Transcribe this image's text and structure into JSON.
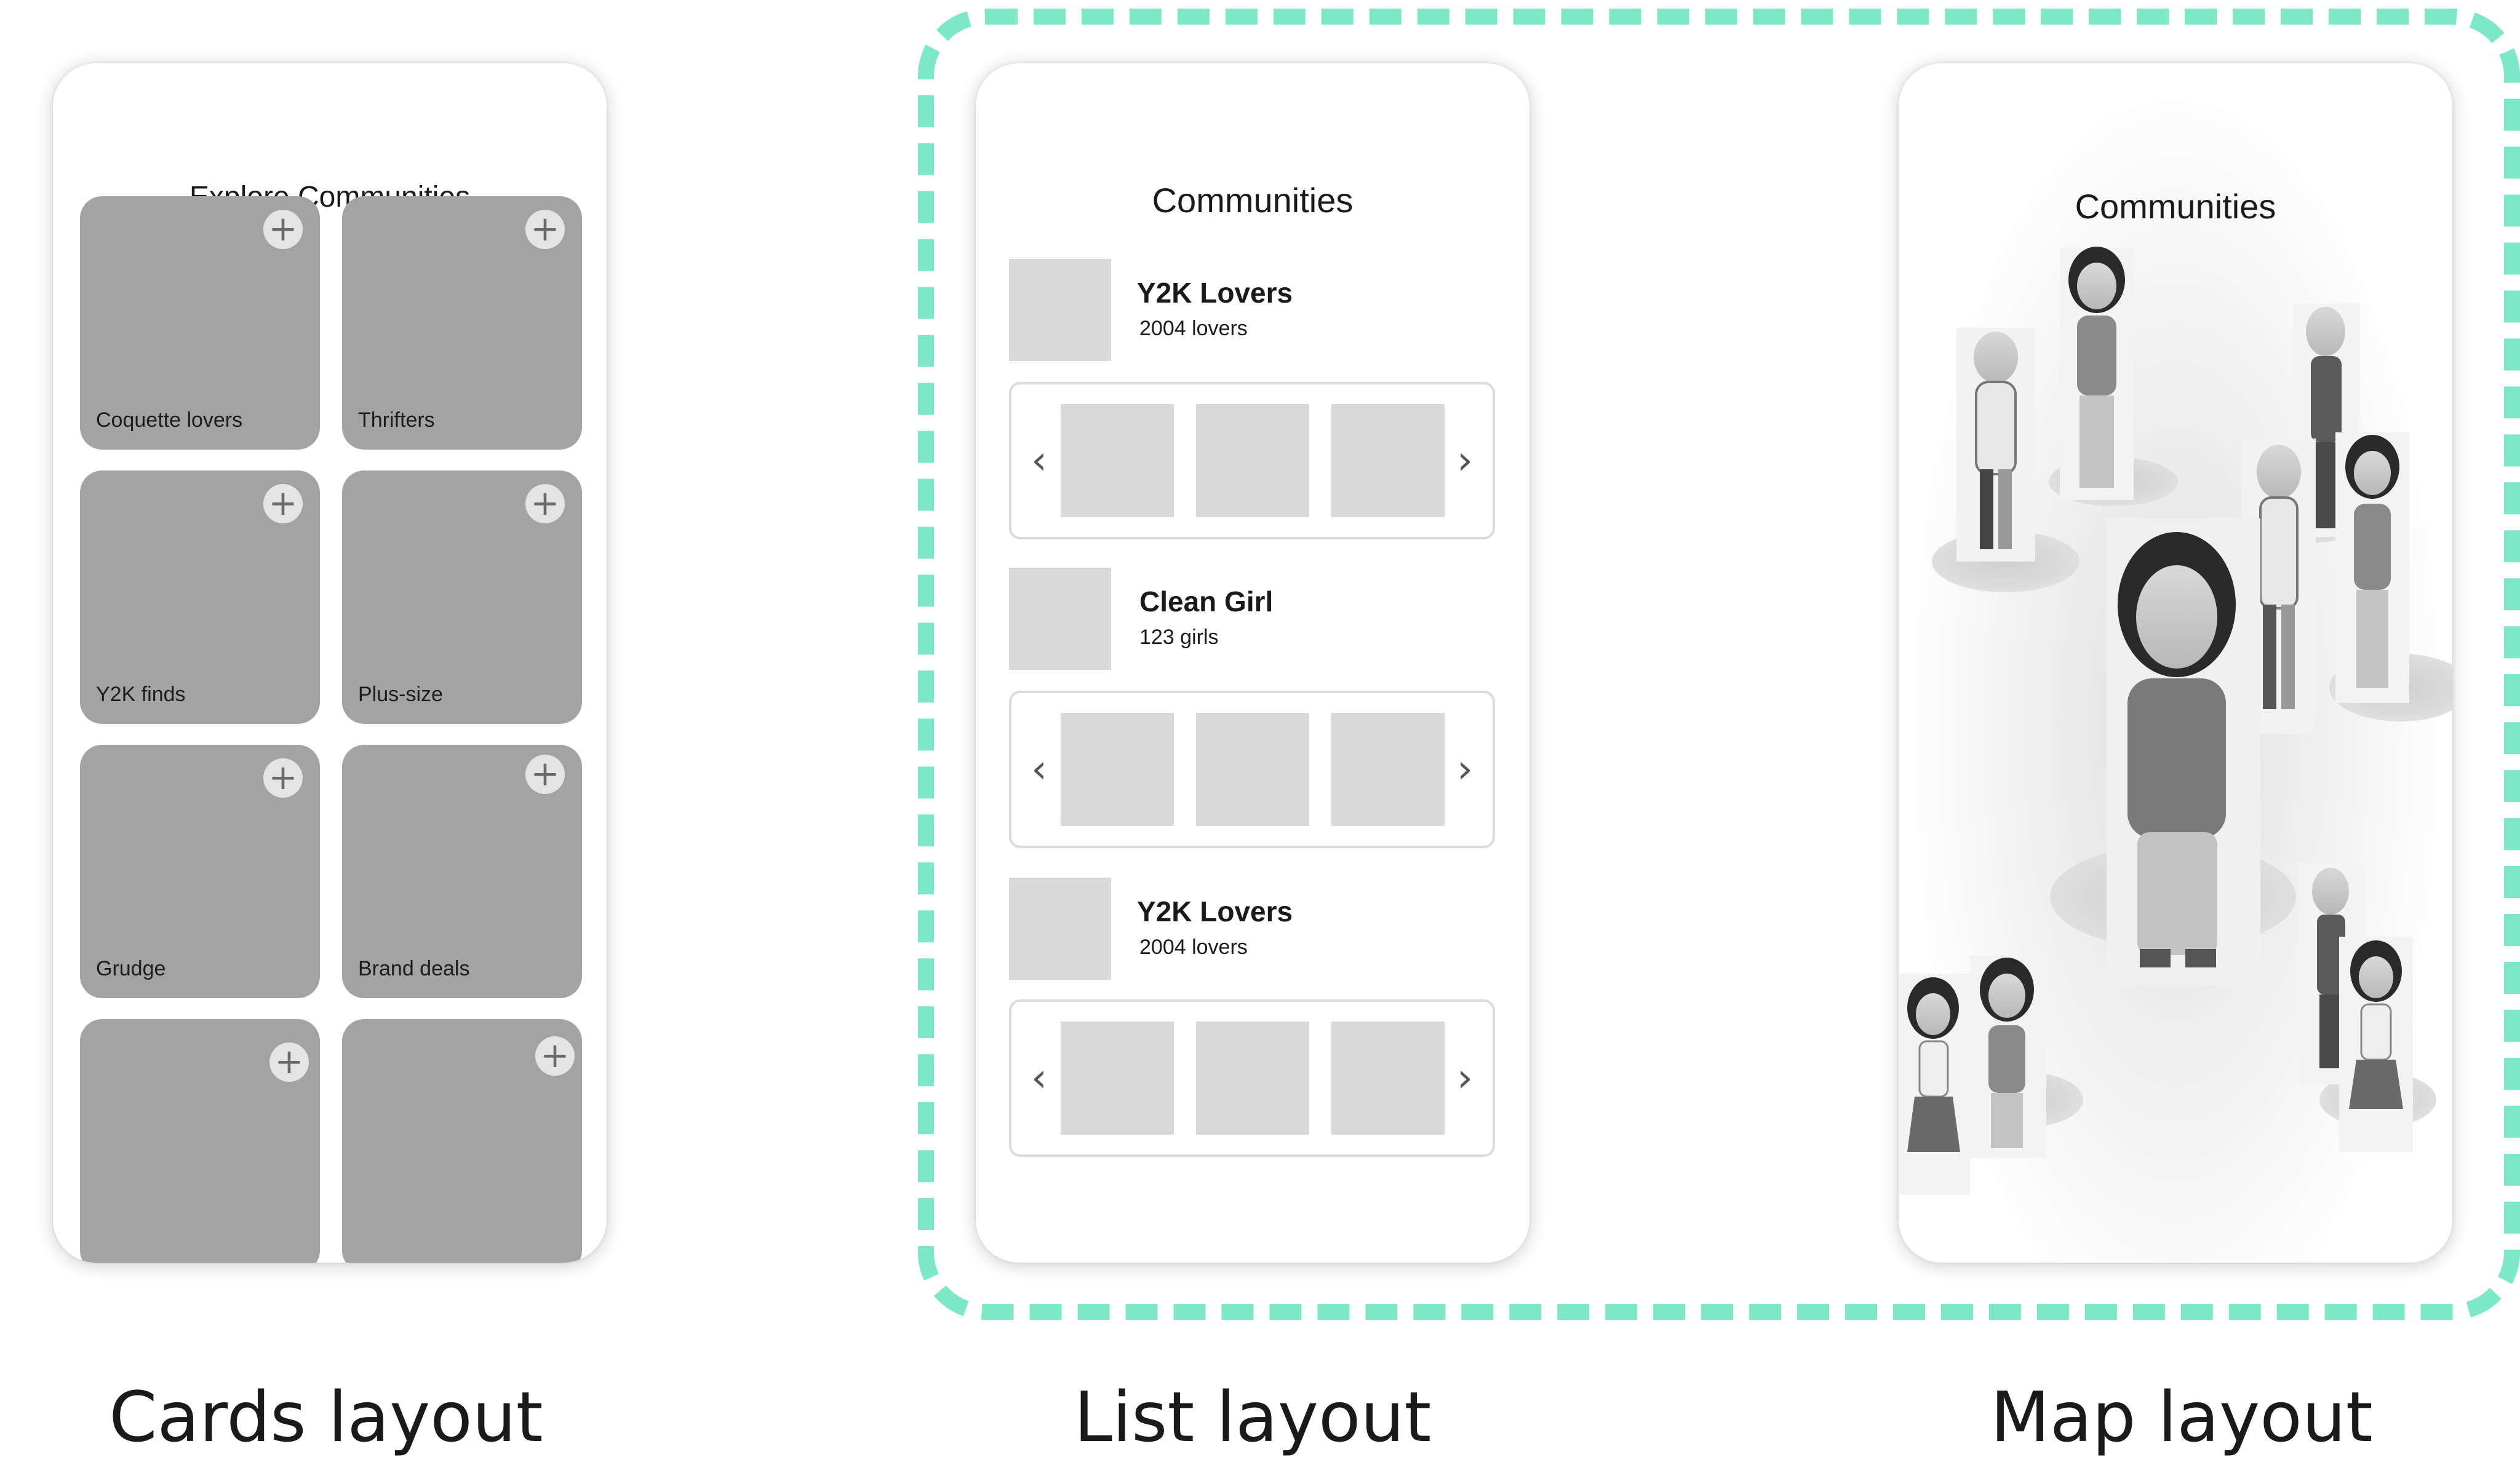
{
  "captions": {
    "cards": "Cards layout",
    "list": "List layout",
    "map": "Map layout"
  },
  "cards_screen": {
    "title": "Explore Communities",
    "add_glyph": "+",
    "cards": [
      {
        "label": "Coquette lovers"
      },
      {
        "label": "Thrifters"
      },
      {
        "label": "Y2K finds"
      },
      {
        "label": "Plus-size"
      },
      {
        "label": "Grudge"
      },
      {
        "label": "Brand deals"
      },
      {
        "label": ""
      },
      {
        "label": ""
      }
    ]
  },
  "list_screen": {
    "title": "Communities",
    "prev_glyph": "‹",
    "next_glyph": "›",
    "communities": [
      {
        "name": "Y2K Lovers",
        "count": "2004 lovers"
      },
      {
        "name": "Clean Girl",
        "count": "123 girls"
      },
      {
        "name": "Y2K Lovers",
        "count": "2004 lovers"
      }
    ]
  },
  "map_screen": {
    "title": "Communities"
  },
  "colors": {
    "highlight": "#7de8c8",
    "card": "#a3a3a3",
    "placeholder": "#d9d9d9"
  }
}
